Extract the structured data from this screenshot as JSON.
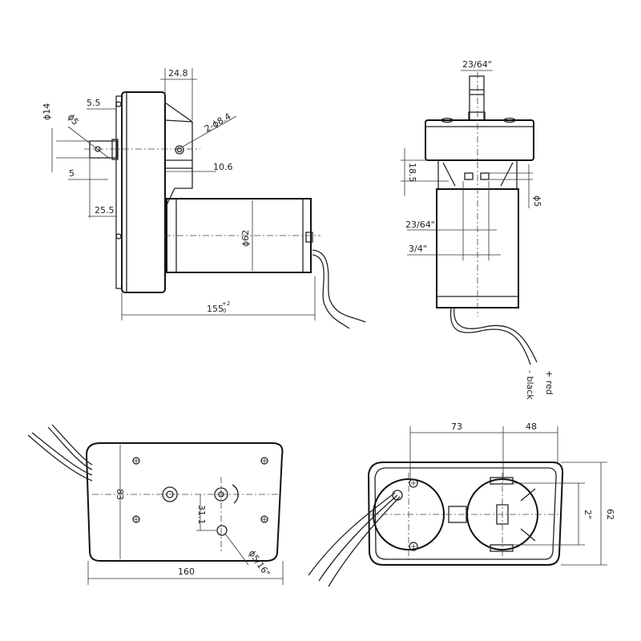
{
  "side_view": {
    "dim_bracket_depth": "24.8",
    "dim_shaft_offset": "5.5",
    "dim_shaft_dia": "ϕ14",
    "dim_hole_dia": "ϕ5",
    "dim_mount_holes": "2-ϕ8.4",
    "dim_hole_pos": "5",
    "dim_bracket_hole": "10.6",
    "dim_shaft_length": "25.5",
    "dim_motor_dia": "ϕ62",
    "dim_total_length": "155",
    "tol_upper": "+2",
    "tol_lower": "0"
  },
  "end_view": {
    "dim_shaft_width": "23/64\"",
    "dim_bracket_height": "18.5",
    "dim_hole_dia": "ϕ5",
    "dim_flat_width": "23/64\"",
    "dim_shaft_dia": "3/4\"",
    "wire_red": "+ red",
    "wire_black": "- black"
  },
  "front_view": {
    "dim_height": "83",
    "dim_hole_offset": "31.1",
    "dim_hole_dia": "ϕ5/16\"",
    "dim_width": "160"
  },
  "rear_view": {
    "dim_center_distance": "73",
    "dim_right_offset": "48",
    "dim_height": "62",
    "dim_hole_spacing": "2\""
  }
}
